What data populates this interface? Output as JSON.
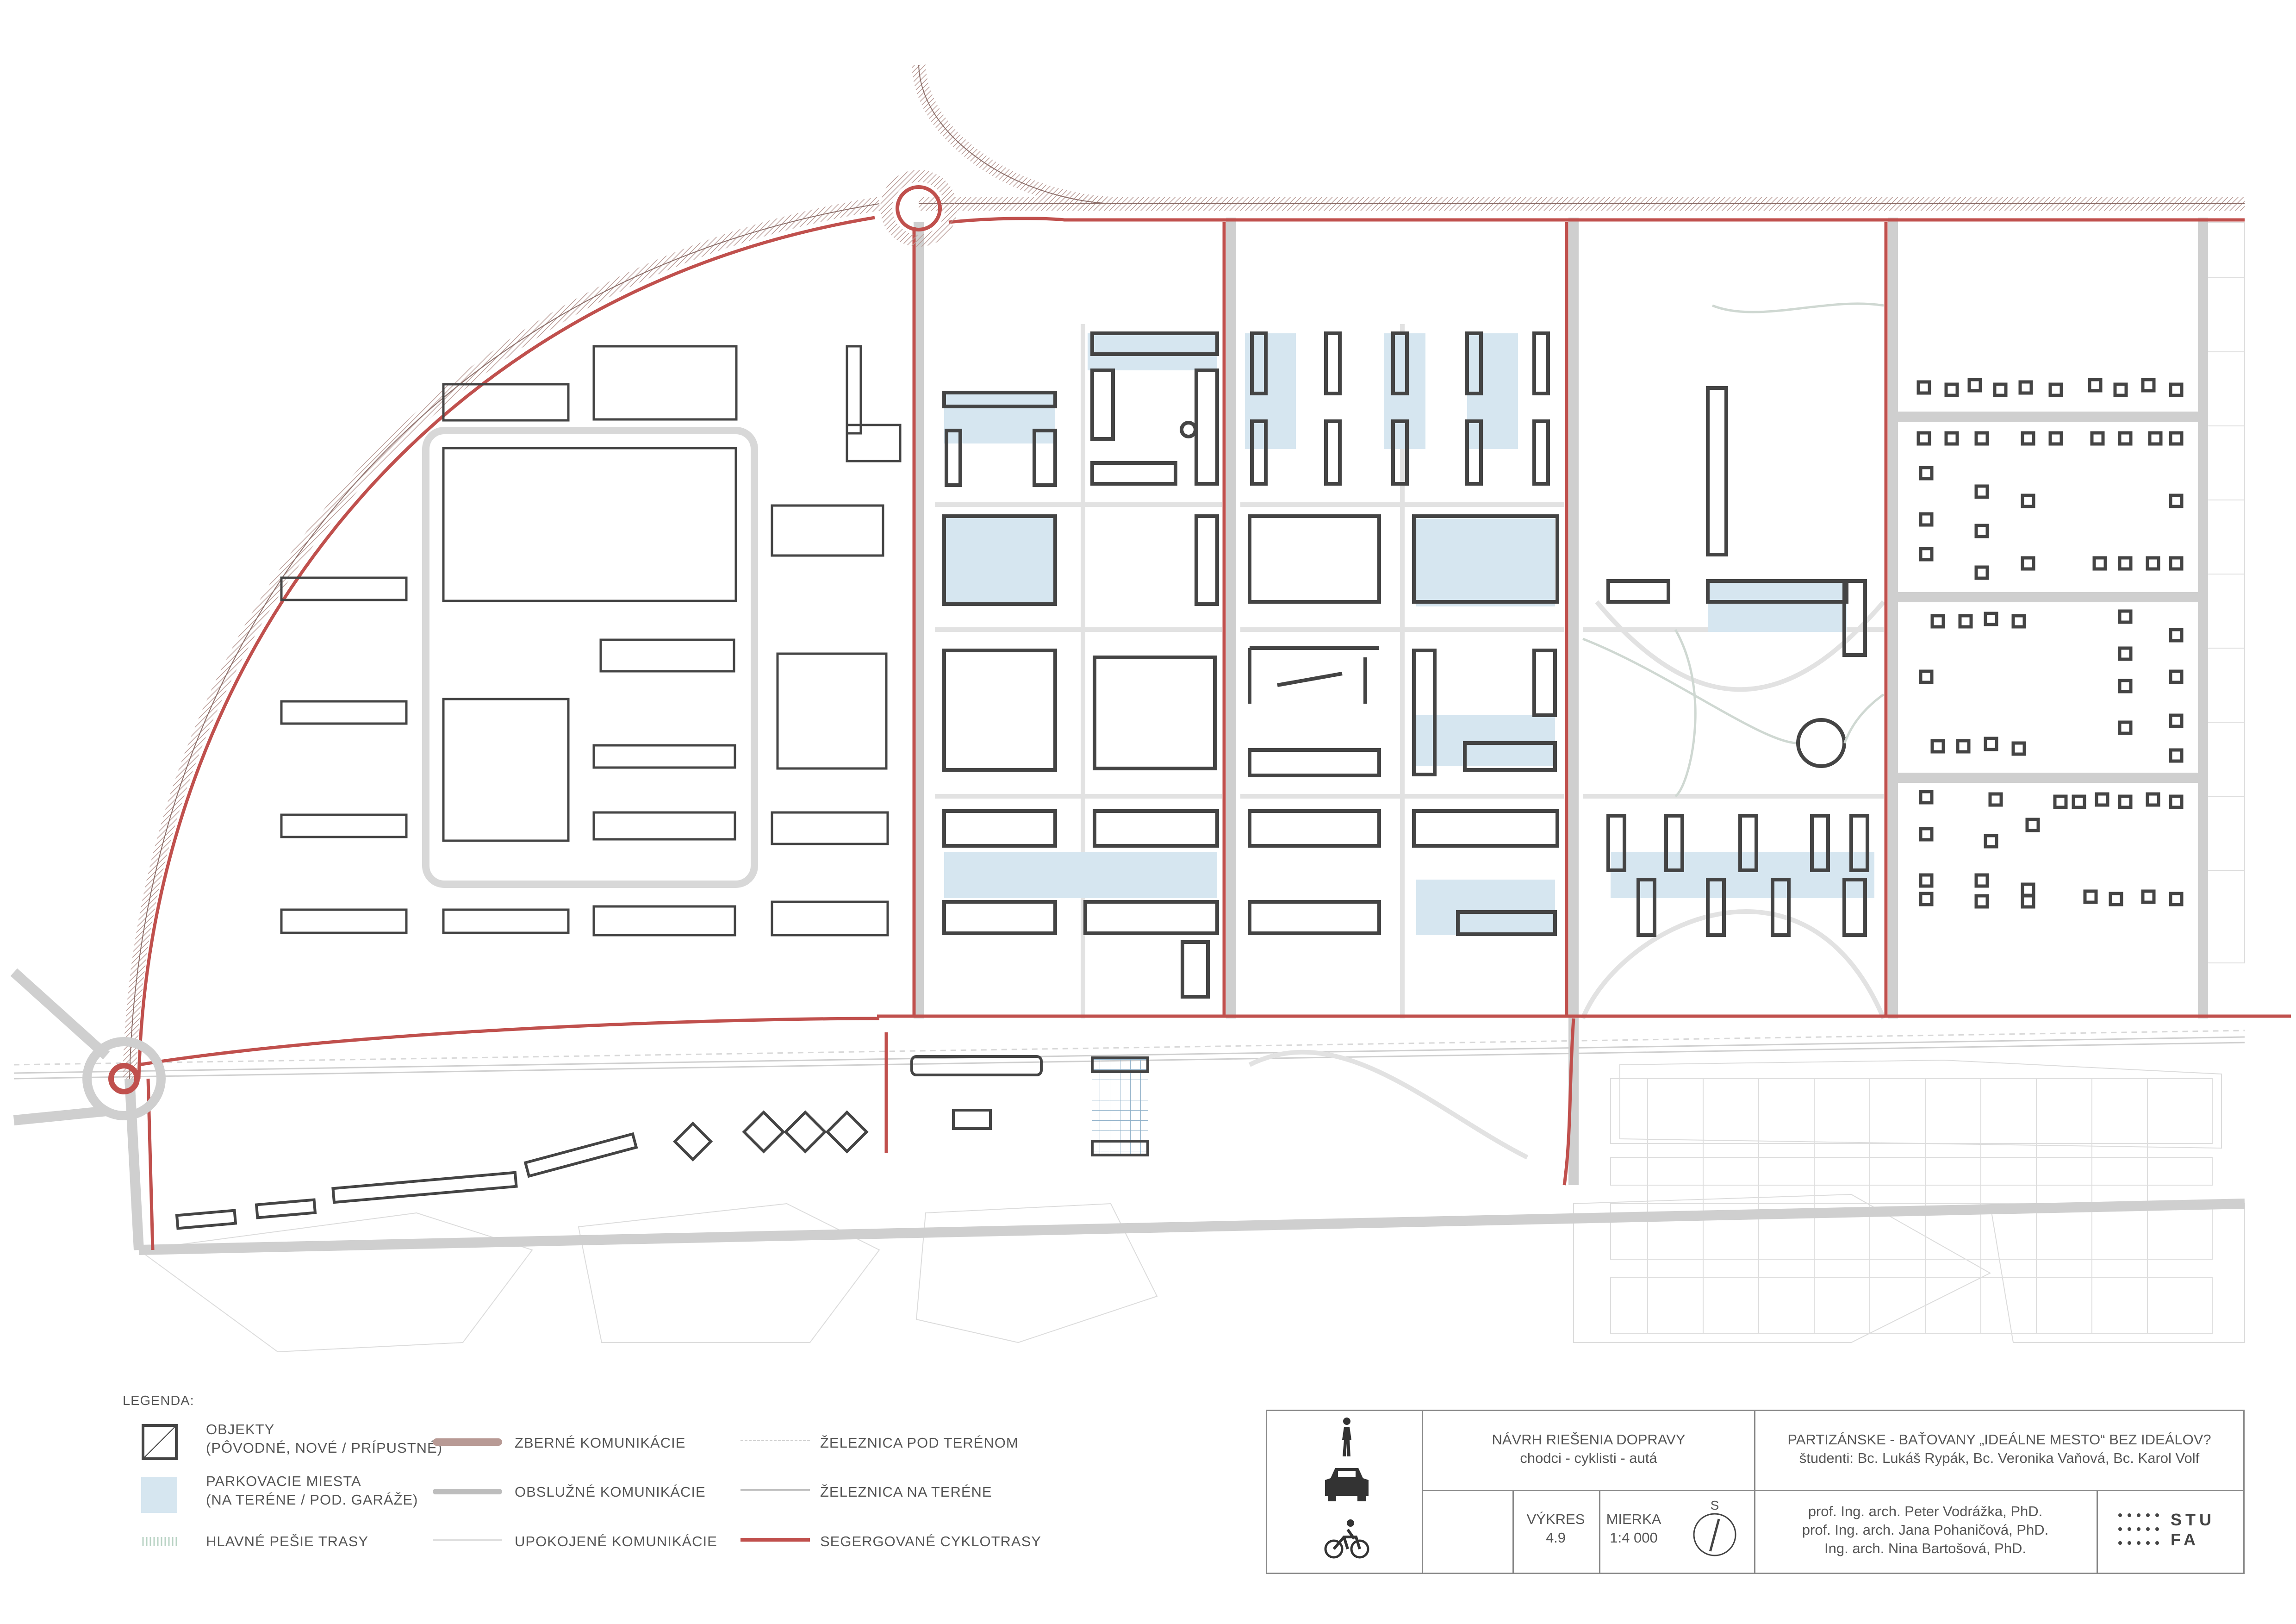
{
  "legend": {
    "title": "LEGENDA:",
    "objects": {
      "line1": "OBJEKTY",
      "line2": "(PÔVODNÉ, NOVÉ / PRÍPUSTNÉ)"
    },
    "parking": {
      "line1": "PARKOVACIE MIESTA",
      "line2": "(NA TERÉNE / POD. GARÁŽE)"
    },
    "pedestrian": "HLAVNÉ PEŠIE TRASY",
    "collector": "ZBERNÉ KOMUNIKÁCIE",
    "service": "OBSLUŽNÉ KOMUNIKÁCIE",
    "calmed": "UPOKOJENÉ KOMUNIKÁCIE",
    "rail_under": "ŽELEZNICA POD TERÉNOM",
    "rail_on": "ŽELEZNICA NA TERÉNE",
    "cycle": "SEGERGOVANÉ CYKLOTRASY"
  },
  "title_block": {
    "drawing_title": "NÁVRH RIEŠENIA DOPRAVY",
    "drawing_subtitle": "chodci - cyklisti - autá",
    "project": "PARTIZÁNSKE - BAŤOVANY „IDEÁLNE MESTO“ BEZ IDEÁLOV?",
    "students": "študenti: Bc. Lukáš Rypák, Bc. Veronika Vaňová, Bc. Karol Volf",
    "sheet_label": "VÝKRES",
    "sheet_value": "4.9",
    "scale_label": "MIERKA",
    "scale_value": "1:4 000",
    "north_letter": "S",
    "supervisors": [
      "prof. Ing. arch. Peter Vodrážka, PhD.",
      "prof. Ing. arch. Jana Pohaničová, PhD.",
      "Ing. arch. Nina Bartošová, PhD."
    ],
    "logo_top": "STU",
    "logo_bottom": "FA"
  },
  "icons": [
    "pedestrian-icon",
    "car-icon",
    "cyclist-icon",
    "north-arrow-icon",
    "stu-fa-logo-dots"
  ],
  "colors": {
    "cycle_red": "#c0504d",
    "collector_road": "#b89a95",
    "building_outline": "#444444",
    "parking_blue": "#d6e6f0",
    "road_grey": "#d8d8d8",
    "pedestrian_green": "#b9d3c4"
  }
}
